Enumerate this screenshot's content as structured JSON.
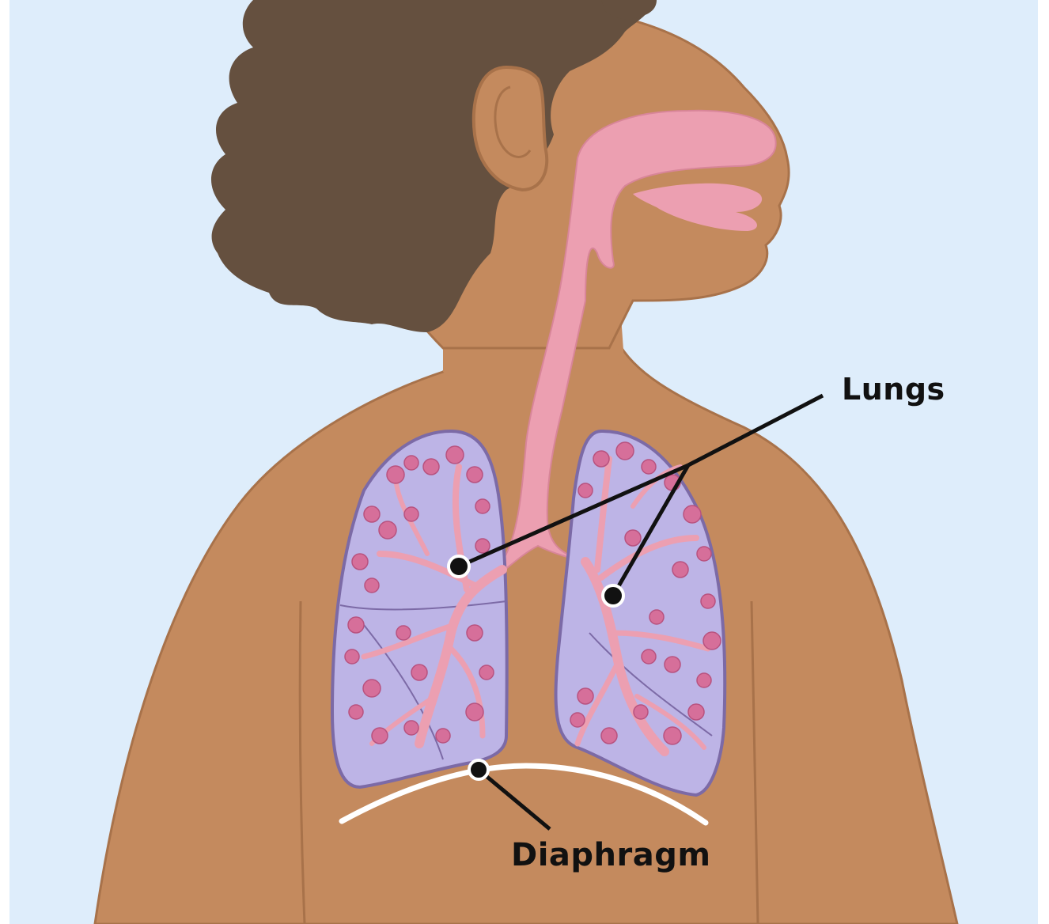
{
  "labels": {
    "lungs": "Lungs",
    "diaphragm": "Diaphragm"
  },
  "colors": {
    "background": "#deedfb",
    "skin": "#c48a5e",
    "skin_outline": "#a8724a",
    "hair": "#65503f",
    "airway": "#ec9fb1",
    "lung_fill": "#bdb4e6",
    "lung_outline": "#7c6aa6",
    "alveoli": "#d66f9a",
    "diaphragm": "#ffffff",
    "leader_line": "#111111"
  },
  "icons": [
    "child-figure",
    "hair",
    "ear-icon",
    "airway-trachea",
    "left-lung",
    "right-lung",
    "diaphragm-arc"
  ]
}
